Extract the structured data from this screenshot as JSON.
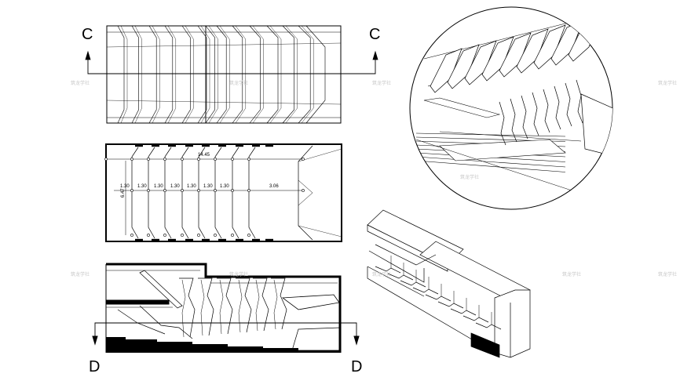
{
  "section_top": {
    "left_marker": "C",
    "right_marker": "C"
  },
  "section_bottom": {
    "left_marker": "D",
    "right_marker": "D"
  },
  "plan_dimensions": {
    "total_length": "14.45",
    "width": "6.47",
    "bays": [
      "1.30",
      "1.30",
      "1.30",
      "1.30",
      "1.30",
      "1.30",
      "1.30",
      "3.06"
    ]
  },
  "watermark": "筑龙学社"
}
